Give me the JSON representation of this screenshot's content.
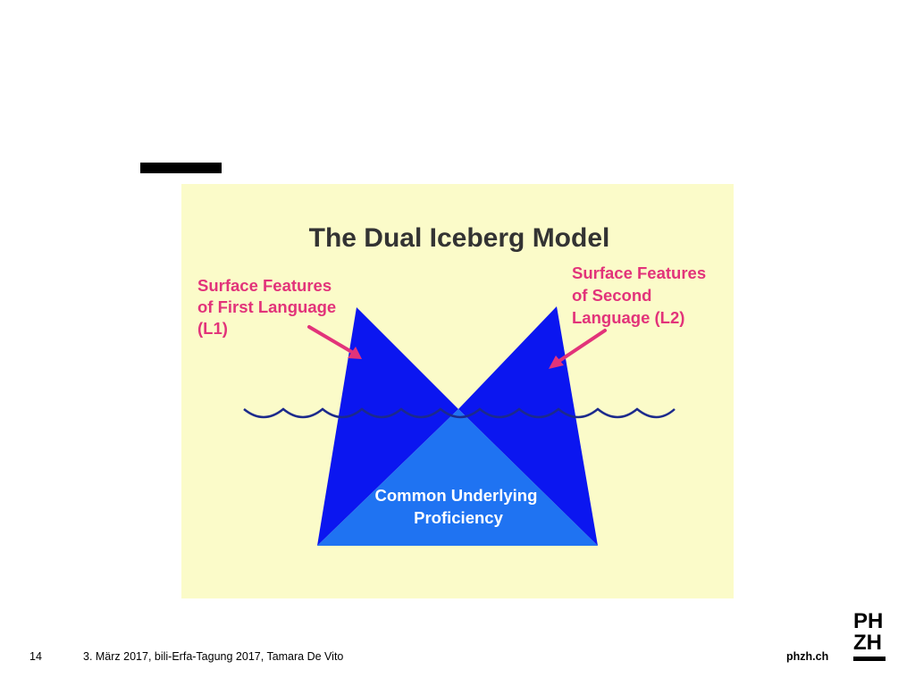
{
  "diagram": {
    "title": "The Dual Iceberg Model",
    "left_label": [
      "Surface Features",
      "of First Language",
      "(L1)"
    ],
    "right_label": [
      "Surface Features",
      "of Second",
      "Language (L2)"
    ],
    "center_label": [
      "Common Underlying",
      "Proficiency"
    ],
    "colors": {
      "background": "#fbfbc9",
      "iceberg": "#0b16f0",
      "underlying": "#1f73f2",
      "label": "#e2337a",
      "water": "#1c2a8c",
      "title": "#333333"
    }
  },
  "footer": {
    "page_number": "14",
    "info": "3. März 2017, bili-Erfa-Tagung 2017, Tamara De Vito",
    "site": "phzh.ch"
  },
  "logo": {
    "line1": "PH",
    "line2": "ZH"
  }
}
